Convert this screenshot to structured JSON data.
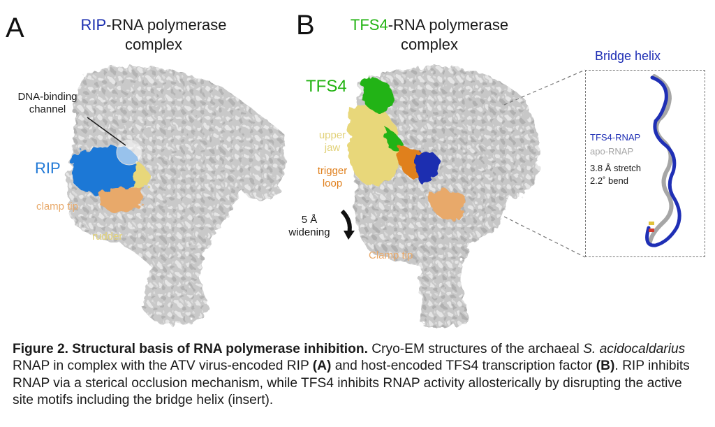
{
  "panelA": {
    "letter": "A",
    "title_highlight": "RIP",
    "title_rest": "-RNA polymerase",
    "title_line2": "complex",
    "labels": {
      "channel_line1": "DNA-binding",
      "channel_line2": "channel",
      "rip": "RIP",
      "clamp_tip": "clamp tip",
      "rudder": "rudder"
    }
  },
  "panelB": {
    "letter": "B",
    "title_highlight": "TFS4",
    "title_rest": "-RNA polymerase",
    "title_line2": "complex",
    "labels": {
      "tfs4": "TFS4",
      "upper_line1": "upper",
      "upper_line2": "jaw",
      "trigger_line1": "trigger",
      "trigger_line2": "loop",
      "widening_line1": "5 Å",
      "widening_line2": "widening",
      "clamp_tip": "Clamp tip"
    }
  },
  "insert": {
    "title": "Bridge helix",
    "tfs4_rnap": "TFS4-RNAP",
    "apo_rnap": "apo-RNAP",
    "stretch": "3.8 Å stretch",
    "bend": "2.2˚ bend"
  },
  "caption": {
    "bold": "Figure 2. Structural basis of RNA polymerase inhibition.",
    "part1": " Cryo-EM structures of the archaeal ",
    "species": "S. acidocaldarius",
    "part2": " RNAP in complex with the ATV virus-encoded RIP ",
    "refA": "(A)",
    "part3": " and host-encoded TFS4 transcription factor ",
    "refB": "(B)",
    "part4": ". RIP inhibits RNAP via a sterical occlusion mechanism, while TFS4 inhibits RNAP activity allosterically by disrupting the active site motifs including the bridge helix (insert)."
  },
  "colors": {
    "rip_blue": "#1c2fb0",
    "rip_map_blue": "#1f78d6",
    "tfs4_green": "#22b312",
    "upper_jaw_yellow": "#e8d77a",
    "trigger_orange": "#e0801e",
    "clamp_tan": "#e8a96a",
    "insert_blue": "#1f2fb5",
    "insert_grey": "#a6a6a6",
    "density_grey": "#c8c8c8"
  }
}
